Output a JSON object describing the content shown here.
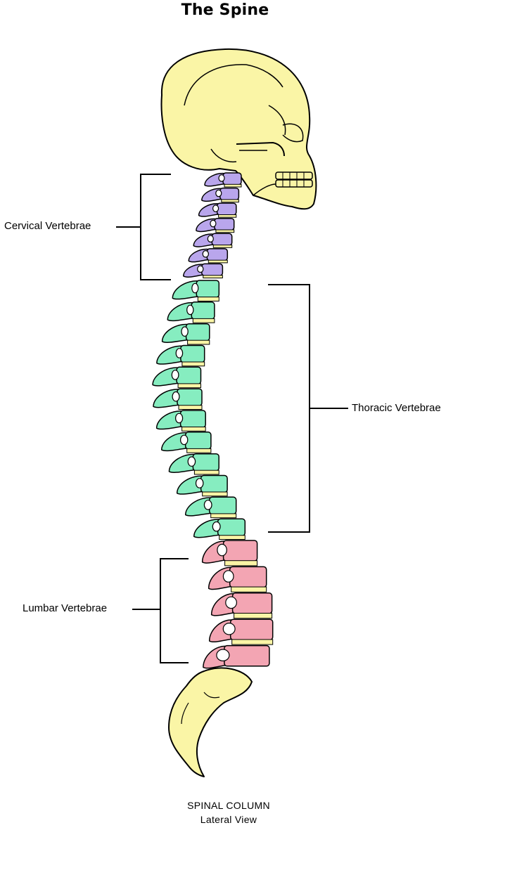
{
  "title": "The Spine",
  "regions": {
    "cervical": {
      "label": "Cervical Vertebrae",
      "color": "#B9A6EC"
    },
    "thoracic": {
      "label": "Thoracic Vertebrae",
      "color": "#86EDC0"
    },
    "lumbar": {
      "label": "Lumbar Vertebrae",
      "color": "#F3A5B3"
    }
  },
  "bone_color": "#FAF5A6",
  "caption": {
    "line1": "SPINAL COLUMN",
    "line2": "Lateral View"
  }
}
